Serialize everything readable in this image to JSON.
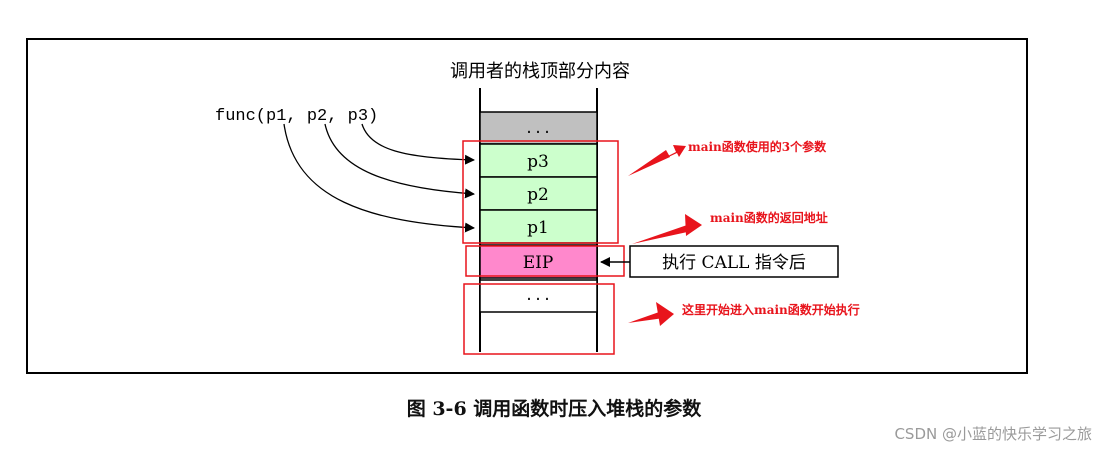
{
  "stack_header": "调用者的栈顶部分内容",
  "function_call": "func(p1, p2, p3)",
  "cells": [
    {
      "label": "...",
      "color": "#c0c0c0"
    },
    {
      "label": "p3",
      "color": "#ccffcc"
    },
    {
      "label": "p2",
      "color": "#ccffcc"
    },
    {
      "label": "p1",
      "color": "#ccffcc"
    },
    {
      "label": "EIP",
      "color": "#ff88cc"
    },
    {
      "label": "...",
      "color": "#ffffff"
    }
  ],
  "call_box": "执行 CALL 指令后",
  "annotations": {
    "params": "main函数使用的3个参数",
    "return_addr": "main函数的返回地址",
    "enter": "这里开始进入main函数开始执行"
  },
  "colors": {
    "annotation": "#e8141c",
    "highlight_box": "#e8141c"
  },
  "caption": "图 3-6  调用函数时压入堆栈的参数",
  "watermark": "CSDN @小蓝的快乐学习之旅"
}
